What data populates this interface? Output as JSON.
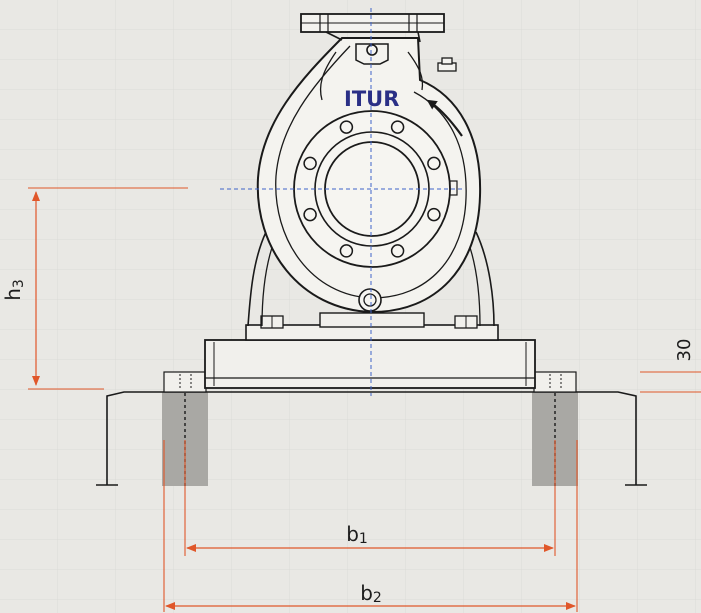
{
  "brand": {
    "name": "ITUR",
    "color": "#2a2f86"
  },
  "dimensions": {
    "h3": {
      "label": "h3",
      "main": "h",
      "sub": "3"
    },
    "b1": {
      "label": "b1",
      "main": "b",
      "sub": "1"
    },
    "b2": {
      "label": "b2",
      "main": "b",
      "sub": "2"
    },
    "height_30": {
      "label": "30"
    }
  },
  "colors": {
    "dimension_line": "#e0572a",
    "centerline": "#3f63c9",
    "outline": "#1a1a1a",
    "concrete": "#a9a8a4",
    "background": "#e9e8e4"
  },
  "icons": [
    "rotation-arrow-icon",
    "bolt-icon",
    "plug-icon"
  ]
}
